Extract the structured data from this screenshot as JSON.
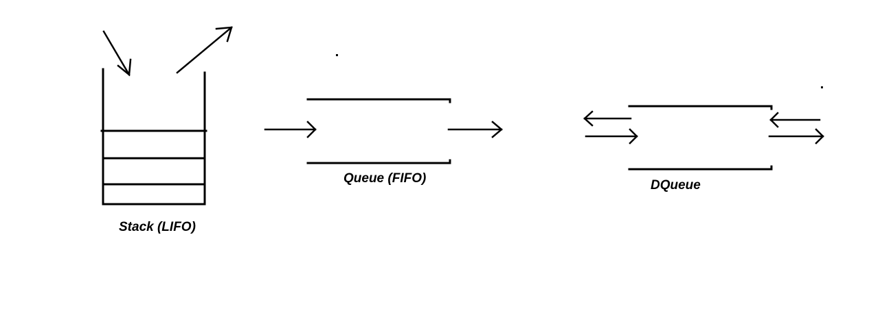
{
  "diagram": {
    "stroke_color": "#000000",
    "background": "#ffffff",
    "stack": {
      "label": "Stack (LIFO)",
      "push_arrow": "arrow-push-icon",
      "pop_arrow": "arrow-pop-icon"
    },
    "queue": {
      "label": "Queue (FIFO)",
      "enqueue_arrow": "arrow-right-icon",
      "dequeue_arrow": "arrow-right-icon"
    },
    "dqueue": {
      "label": "DQueue",
      "arrows": [
        "arrow-left-icon",
        "arrow-right-icon",
        "arrow-left-icon",
        "arrow-right-icon"
      ]
    }
  }
}
